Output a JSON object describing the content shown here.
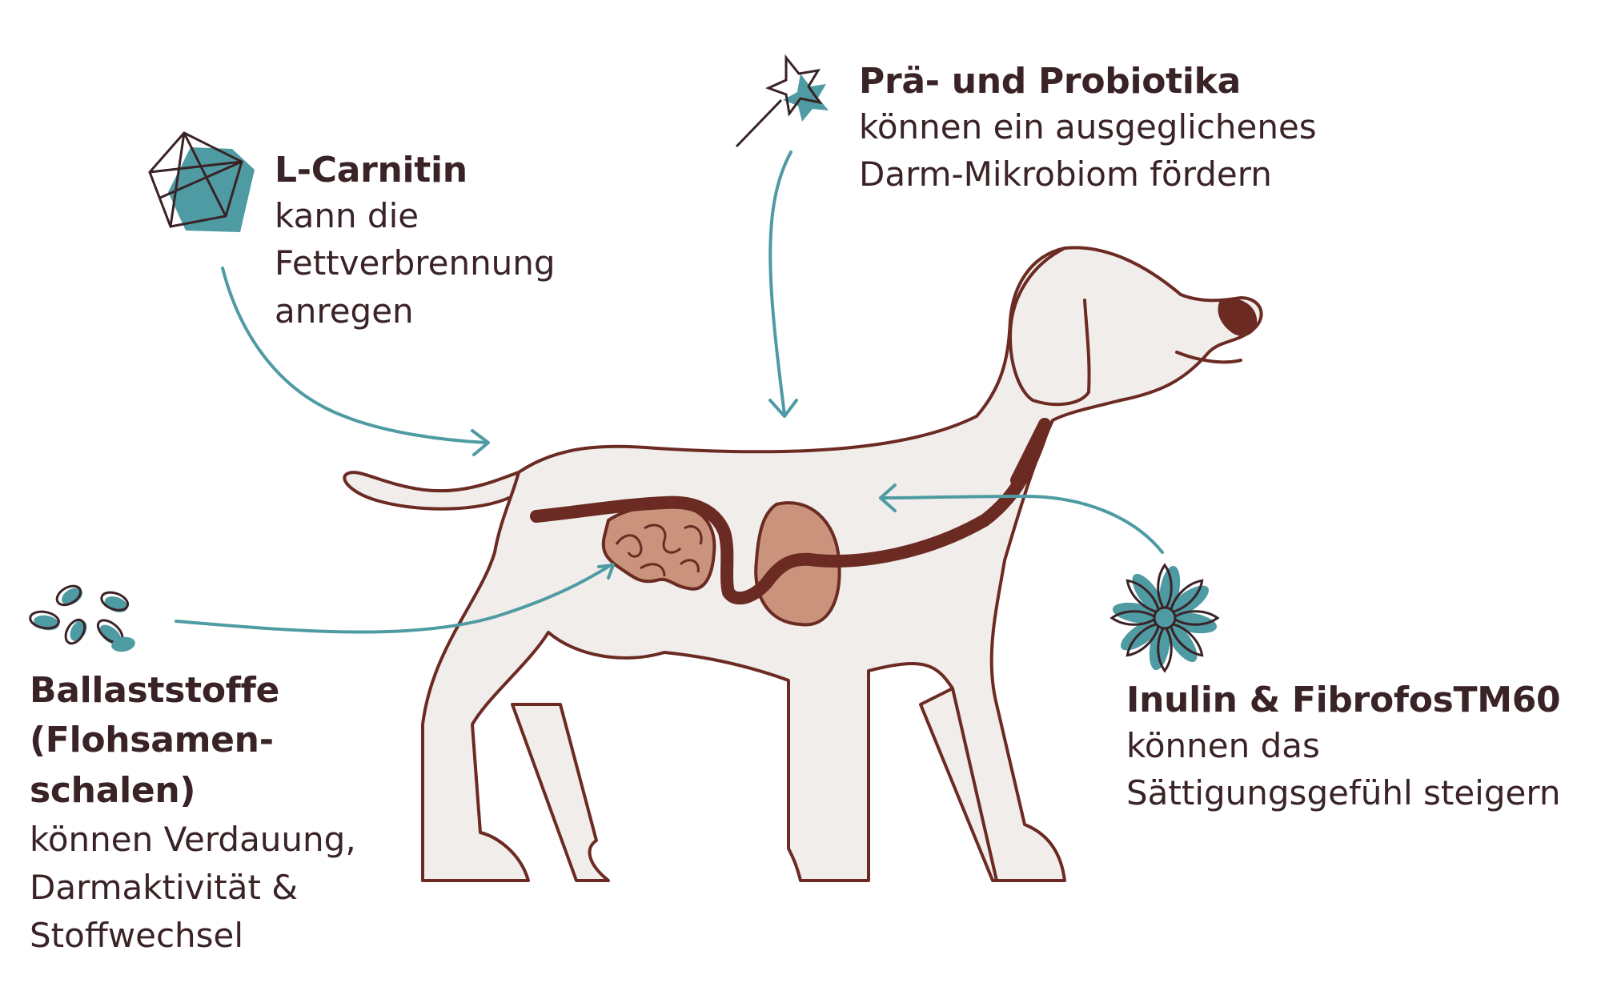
{
  "colors": {
    "outline": "#6b2a22",
    "body_fill": "#f1edea",
    "teal": "#4f9ba3",
    "intestine": "#c9937c",
    "organ_dark": "#6b2a22",
    "text": "#3a2326"
  },
  "labels": [
    {
      "id": "l-carnitin",
      "icon": "pentagon-crystal-icon",
      "title": "L-Carnitin",
      "description": "kann die\nFettverbrennung\nanregen"
    },
    {
      "id": "probiotika",
      "icon": "magic-wand-star-icon",
      "title": "Prä- und Probiotika",
      "description": "können ein ausgeglichenes\nDarm-Mikrobiom fördern"
    },
    {
      "id": "ballaststoffe",
      "icon": "psyllium-seeds-icon",
      "title": "Ballaststoffe\n(Flohsamen-\nschalen)",
      "description": "können Verdauung,\nDarmaktivität &\nStoffwechsel"
    },
    {
      "id": "inulin",
      "icon": "chicory-flower-icon",
      "title": "Inulin & FibrofosTM60",
      "description": "können das\nSättigungsgefühl steigern"
    }
  ]
}
